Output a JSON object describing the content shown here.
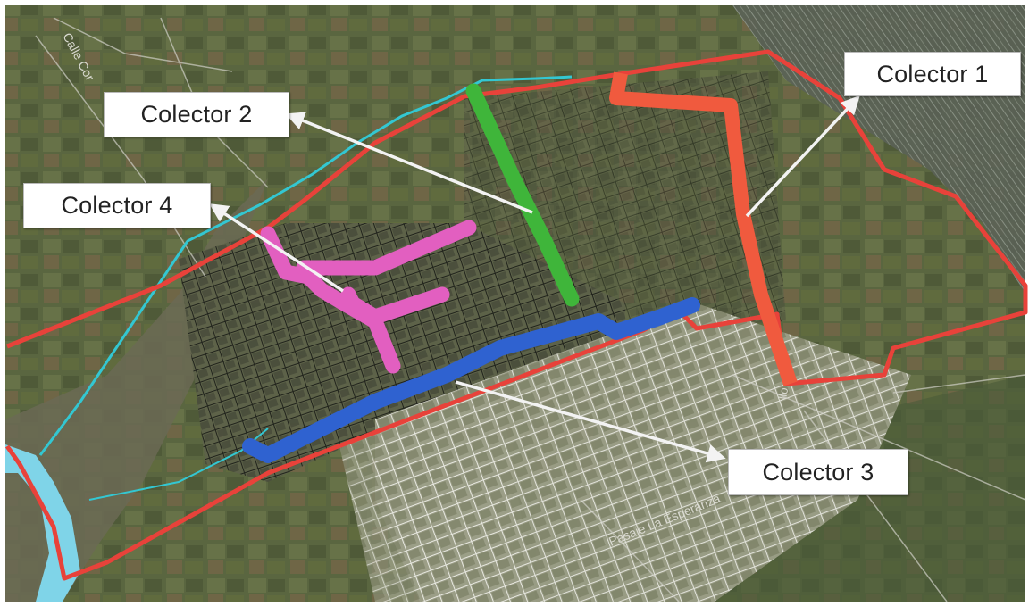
{
  "map": {
    "labels": {
      "colector_1": "Colector 1",
      "colector_2": "Colector 2",
      "colector_3": "Colector 3",
      "colector_4": "Colector 4"
    },
    "street_labels": {
      "top_left": "Calle Cor",
      "bottom_center": "Pasaje La Esperanza",
      "right_vertical": "llo"
    },
    "colors": {
      "boundary": "#e8423a",
      "colector_1": "#f05a3e",
      "colector_2": "#3fb53a",
      "colector_3": "#2f62d0",
      "colector_4": "#e25fc0",
      "river": "#33c7d2",
      "river_fill": "#7fd4e8",
      "arrow": "#f3f3f3"
    }
  }
}
